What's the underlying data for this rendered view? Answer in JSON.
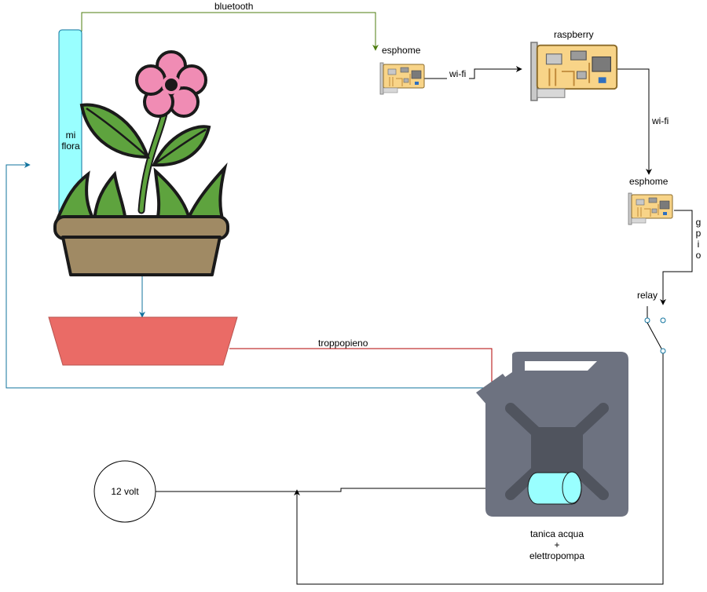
{
  "labels": {
    "bluetooth": "bluetooth",
    "esphome_top": "esphome",
    "wifi_left": "wi-fi",
    "raspberry": "raspberry",
    "wifi_right": "wi-fi",
    "esphome_bottom": "esphome",
    "gpio": [
      "g",
      "p",
      "i",
      "o"
    ],
    "relay": "relay",
    "sensor_line1": "mi",
    "sensor_line2": "flora",
    "troppopieno": "troppopieno",
    "power": "12 volt",
    "tank_line1": "tanica acqua",
    "tank_line2": "+",
    "tank_line3": "elettropompa"
  },
  "colors": {
    "bluetooth_line": "#4d7c0f",
    "water_line": "#10739e",
    "overflow_line": "#b20000",
    "sensor_fill": "#99ffff",
    "tray_fill": "#ea6b66",
    "pot_fill": "#a08a64",
    "leaf_fill": "#5ea33e",
    "petal_fill": "#f08cb4",
    "tank_fill": "#6d7280",
    "pump_fill": "#99ffff",
    "board_fill": "#f8d488"
  },
  "icons": {
    "flower": "potted-flower-icon",
    "board": "circuit-board-icon",
    "tank": "jerrycan-icon",
    "relay": "switch-icon"
  }
}
